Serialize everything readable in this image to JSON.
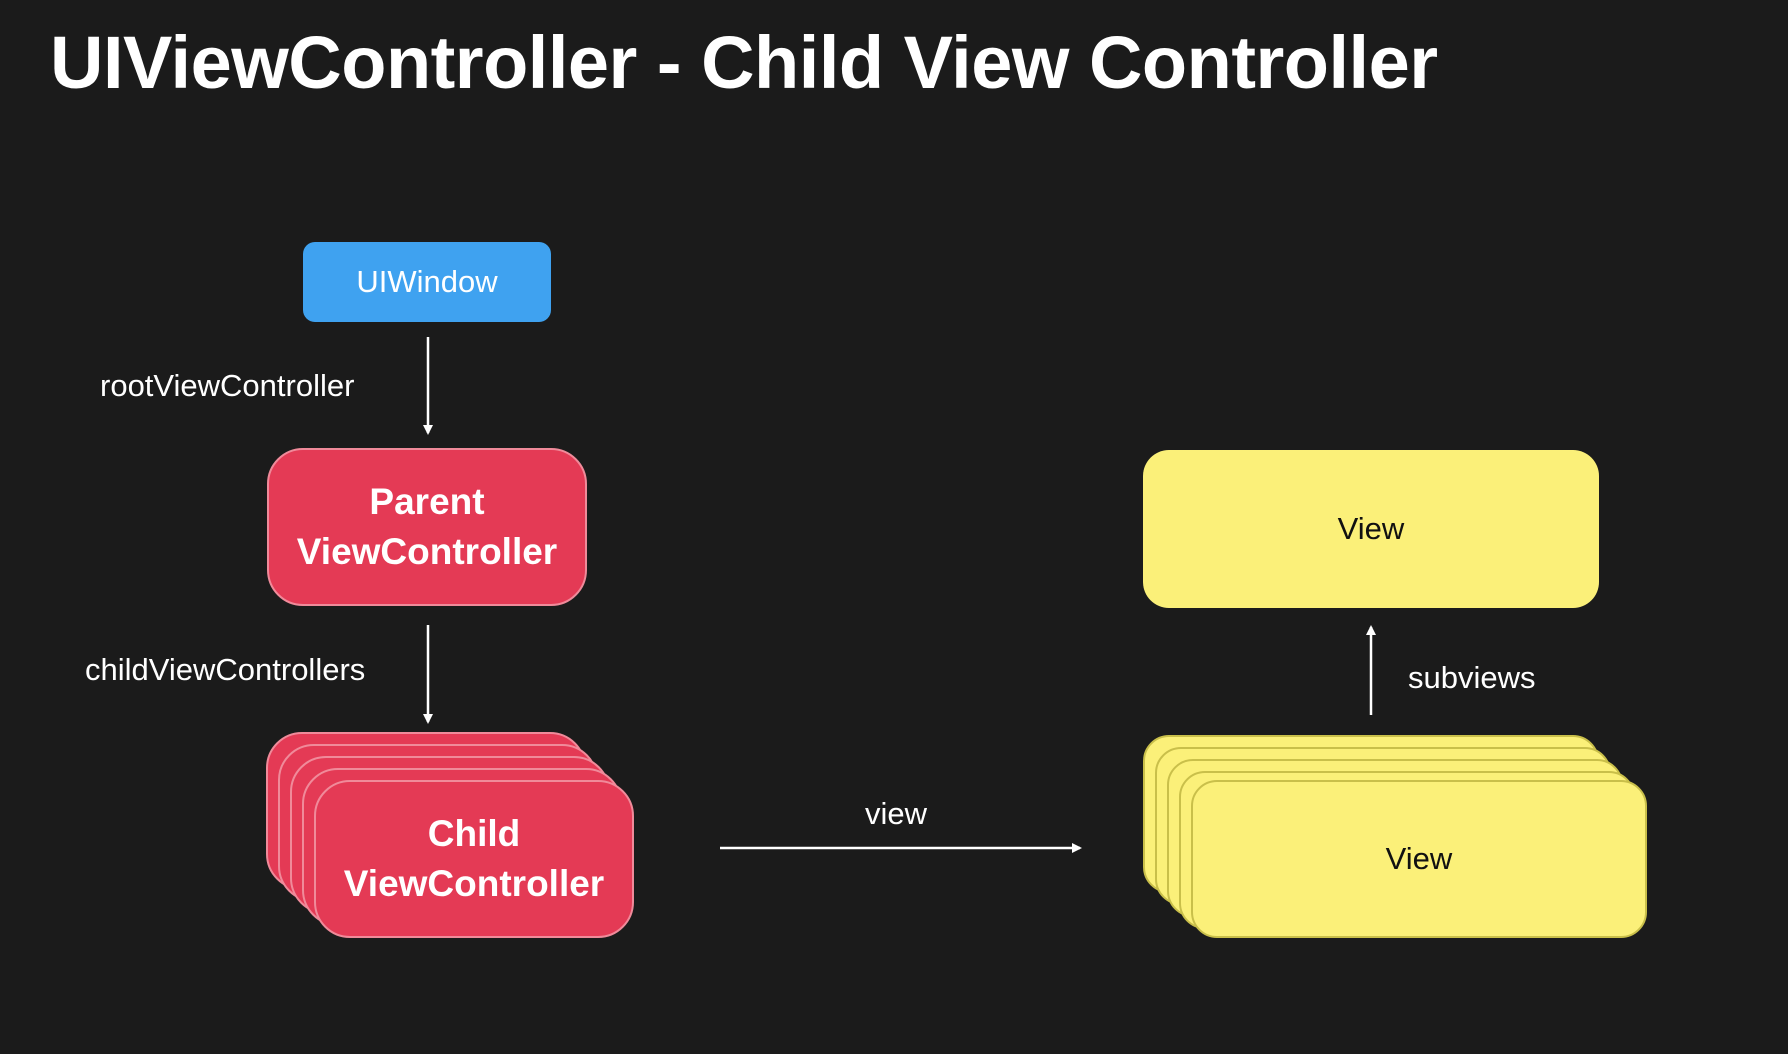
{
  "title": "UIViewController - Child View Controller",
  "nodes": {
    "window": "UIWindow",
    "parent_line1": "Parent",
    "parent_line2": "ViewController",
    "child_line1": "Child",
    "child_line2": "ViewController",
    "view_top": "View",
    "view_bottom": "View"
  },
  "edges": {
    "root": "rootViewController",
    "children": "childViewControllers",
    "view": "view",
    "subviews": "subviews"
  },
  "colors": {
    "background": "#1b1b1b",
    "window": "#3fa2f0",
    "controller": "#e43a55",
    "view": "#fbf079"
  }
}
